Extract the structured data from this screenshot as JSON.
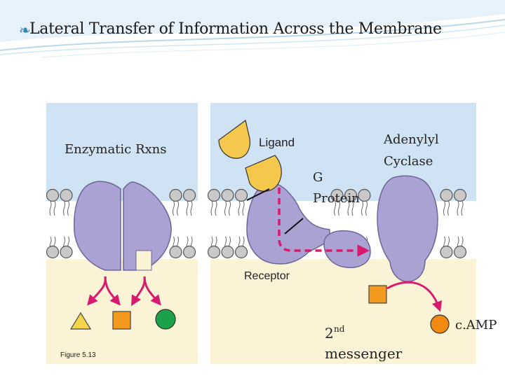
{
  "slide": {
    "title": "Lateral Transfer of Information Across the Membrane",
    "figure_caption": "Figure 5.13"
  },
  "labels": {
    "enzymatic": "Enzymatic Rxns",
    "ligand": "Ligand",
    "g_protein_line1": "G",
    "g_protein_line2": "Protein",
    "adenylyl_line1": "Adenylyl",
    "adenylyl_line2": "Cyclase",
    "receptor": "Receptor",
    "second_messenger_num": "2",
    "second_messenger_sup": "nd",
    "second_messenger_word": "messenger",
    "camp": "c.AMP"
  },
  "colors": {
    "protein": "#a9a2d3",
    "protein_edge": "#6d6596",
    "arrow": "#d81b6e",
    "extracellular": "#cfe3f5",
    "cytoplasm": "#fbf3d6",
    "lipid_head": "#c9c9c9",
    "ligand": "#f4c84c",
    "square": "#f39a1e",
    "circle_green": "#1aa14a",
    "circle_orange": "#f28a12",
    "triangle": "#f5d34a"
  }
}
